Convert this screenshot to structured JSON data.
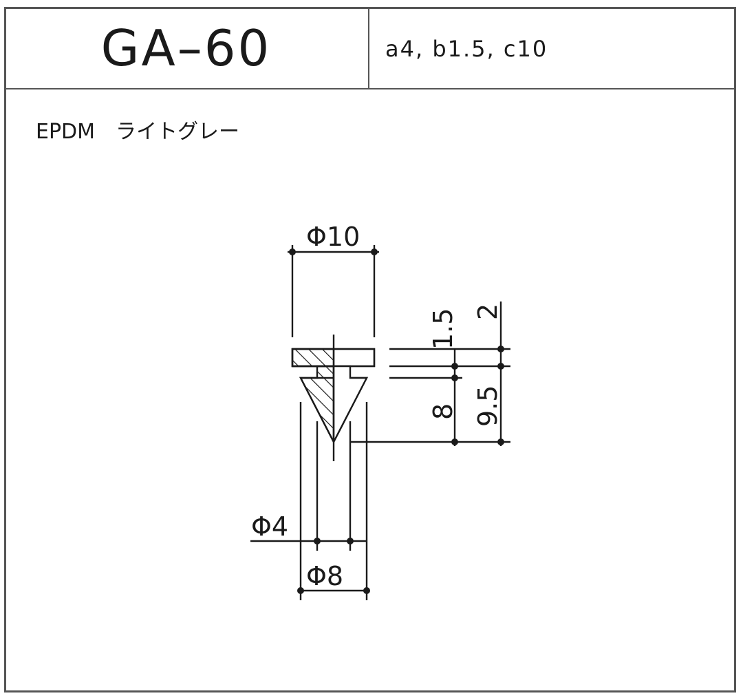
{
  "header": {
    "model": "GA–60",
    "spec": "a4,  b1.5,  c10"
  },
  "material": "EPDM　ライトグレー",
  "drawing": {
    "dim_phi10": "Φ10",
    "dim_1_5": "1.5",
    "dim_2": "2",
    "dim_8": "8",
    "dim_9_5": "9.5",
    "dim_phi4": "Φ4",
    "dim_phi8": "Φ8"
  }
}
